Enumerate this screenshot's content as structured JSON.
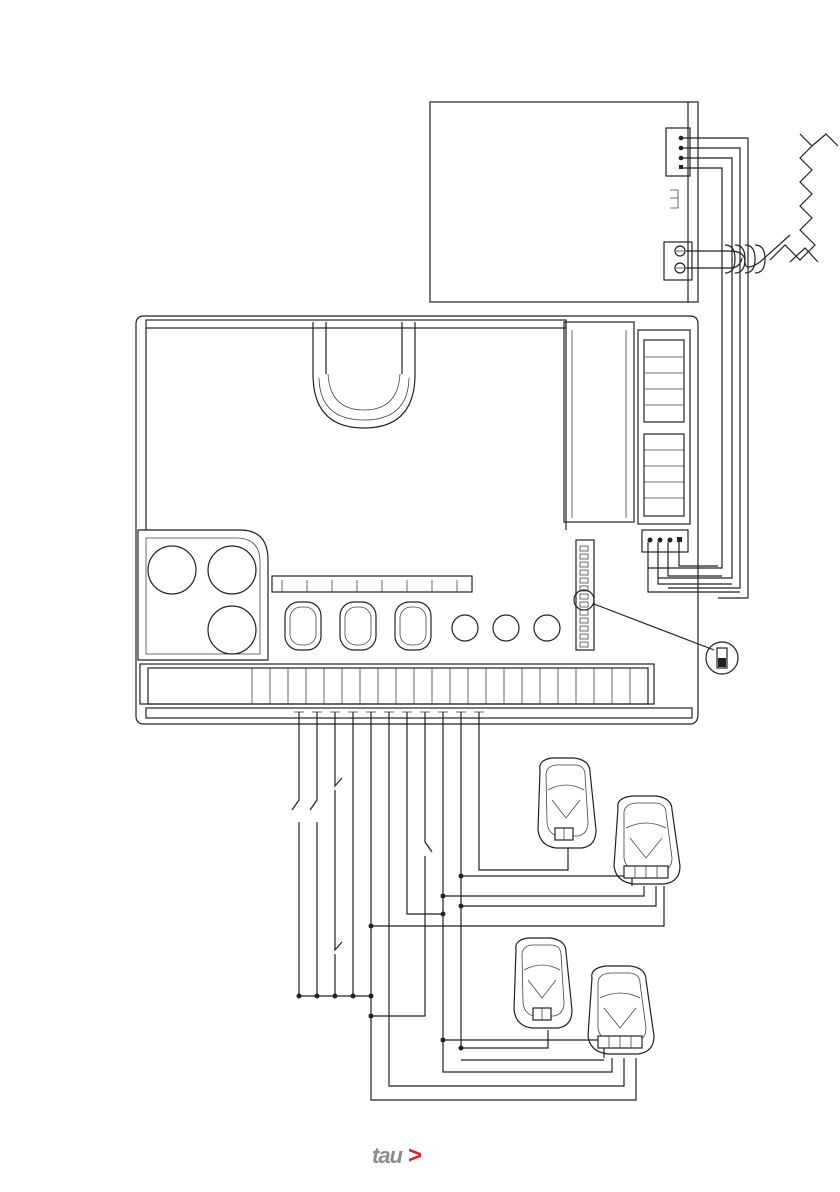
{
  "logo": {
    "text": "tau",
    "arrow": ">",
    "arrow_color": "#d9262e",
    "text_color": "#8c8c8c"
  },
  "colors": {
    "line": "#222222",
    "background": "#ffffff"
  },
  "icons": [
    "transformer-box",
    "control-board",
    "remote-transmitter",
    "dip-switch-detail"
  ]
}
